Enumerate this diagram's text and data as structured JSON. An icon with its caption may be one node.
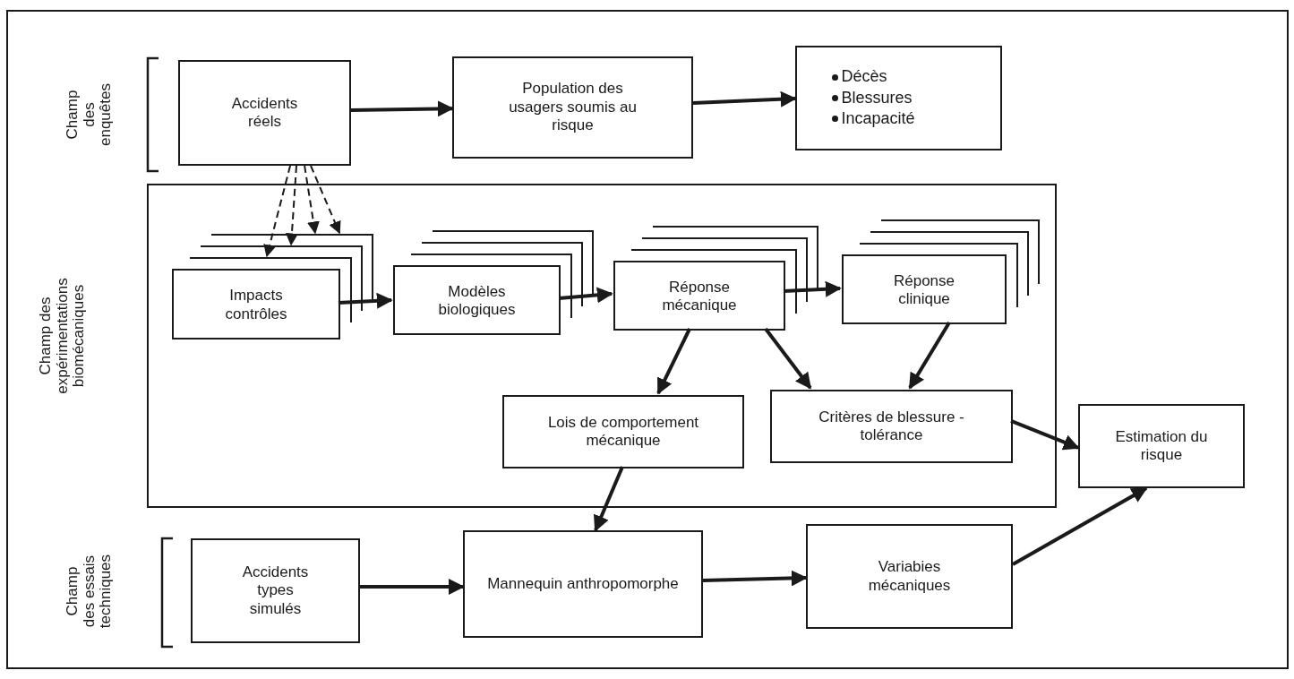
{
  "diagram": {
    "nodes": [
      {
        "text": [
          "Accidents réels"
        ]
      },
      {
        "text": [
          "Population des usagers soumis au risque"
        ]
      },
      {
        "text": [
          "Décès",
          "Blessures",
          "Incapacité"
        ]
      },
      {
        "text": [],
        "shape": "box"
      },
      {
        "text": [
          "Impacts contrôles"
        ],
        "in": 3
      },
      {
        "text": [
          "Modèles biologiques"
        ],
        "in": 3
      },
      {
        "text": [
          "Réponse mécanique"
        ],
        "in": 3
      },
      {
        "text": [
          "Réponse clinique"
        ],
        "in": 3
      },
      {
        "text": [
          "Lois de comportement mécanique"
        ],
        "in": 3
      },
      {
        "text": [
          "Critères de blessure - tolérance"
        ],
        "in": 3
      },
      {
        "text": [
          "Estimation du risque"
        ]
      },
      {
        "text": [
          "Accidents types simulés"
        ]
      },
      {
        "text": [
          "Mannequin anthropomorphe"
        ]
      },
      {
        "text": [
          "Variabies mécaniques"
        ]
      }
    ],
    "edges": [
      {
        "from": 0,
        "to": 1,
        "arrow": "to"
      },
      {
        "from": 1,
        "to": 2,
        "arrow": "to"
      },
      {
        "from": 0,
        "to": 4,
        "arrow": "to",
        "style": "dashed"
      },
      {
        "from": 0,
        "to": 4,
        "arrow": "to",
        "style": "dashed"
      },
      {
        "from": 0,
        "to": 4,
        "arrow": "to",
        "style": "dashed"
      },
      {
        "from": 0,
        "to": 4,
        "arrow": "to",
        "style": "dashed"
      },
      {
        "from": 4,
        "to": 5,
        "arrow": "to"
      },
      {
        "from": 5,
        "to": 6,
        "arrow": "to"
      },
      {
        "from": 6,
        "to": 7,
        "arrow": "to"
      },
      {
        "from": 6,
        "to": 8,
        "arrow": "to"
      },
      {
        "from": 6,
        "to": 9,
        "arrow": "to"
      },
      {
        "from": 7,
        "to": 9,
        "arrow": "to"
      },
      {
        "from": 9,
        "to": 10,
        "arrow": "to"
      },
      {
        "from": 8,
        "to": 12,
        "arrow": "to"
      },
      {
        "from": 11,
        "to": 12,
        "arrow": "to"
      },
      {
        "from": 12,
        "to": 13,
        "arrow": "to"
      },
      {
        "from": 13,
        "to": 10,
        "arrow": "to"
      }
    ],
    "labels": [
      "Champ des enquêtes",
      "Champ des expérimentations biomécaniques",
      "Champ des essais techniques"
    ]
  }
}
